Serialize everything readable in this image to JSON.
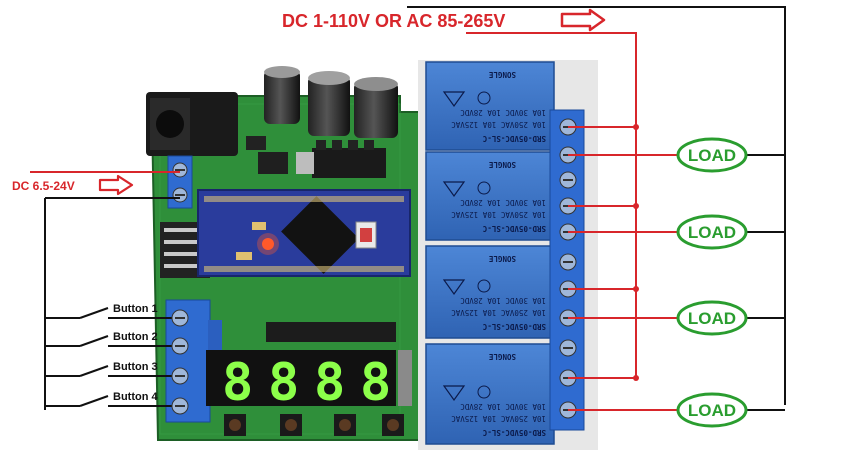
{
  "colors": {
    "wire_red": "#d8262b",
    "wire_black": "#111111",
    "board_green": "#2f8f3a",
    "relay_blue": "#3b73c6",
    "terminal_blue": "#2f6bd0",
    "load_green": "#2a9d2f",
    "display_green": "#8cff4a",
    "arduino_blue": "#2a3c9c"
  },
  "labels": {
    "main_supply": "DC 1-110V OR AC 85-265V",
    "board_supply": "DC 6.5-24V"
  },
  "buttons": [
    {
      "label": "Button 1"
    },
    {
      "label": "Button 2"
    },
    {
      "label": "Button 3"
    },
    {
      "label": "Button 4"
    }
  ],
  "loads": [
    {
      "label": "LOAD"
    },
    {
      "label": "LOAD"
    },
    {
      "label": "LOAD"
    },
    {
      "label": "LOAD"
    }
  ],
  "relays": [
    {
      "model": "SRD-05VDC-SL-C",
      "specs": [
        "10A 250VAC 10A 125VAC",
        "10A 30VDC 10A 28VDC"
      ],
      "brand": "SONGLE"
    },
    {
      "model": "SRD-05VDC-SL-C",
      "specs": [
        "10A 250VAC 10A 125VAC",
        "10A 30VDC 10A 28VDC"
      ],
      "brand": "SONGLE"
    },
    {
      "model": "SRD-05VDC-SL-C",
      "specs": [
        "10A 250VAC 10A 125VAC",
        "10A 30VDC 10A 28VDC"
      ],
      "brand": "SONGLE"
    },
    {
      "model": "SRD-05VDC-SL-C",
      "specs": [
        "10A 250VAC 10A 125VAC",
        "10A 30VDC 10A 28VDC"
      ],
      "brand": "SONGLE"
    }
  ],
  "display": {
    "digits": [
      "8",
      "8",
      "8",
      "8"
    ]
  },
  "icons": {
    "supply_arrow": "outline-right-arrow-icon",
    "relay_logo": "triangle-logo-icon"
  }
}
